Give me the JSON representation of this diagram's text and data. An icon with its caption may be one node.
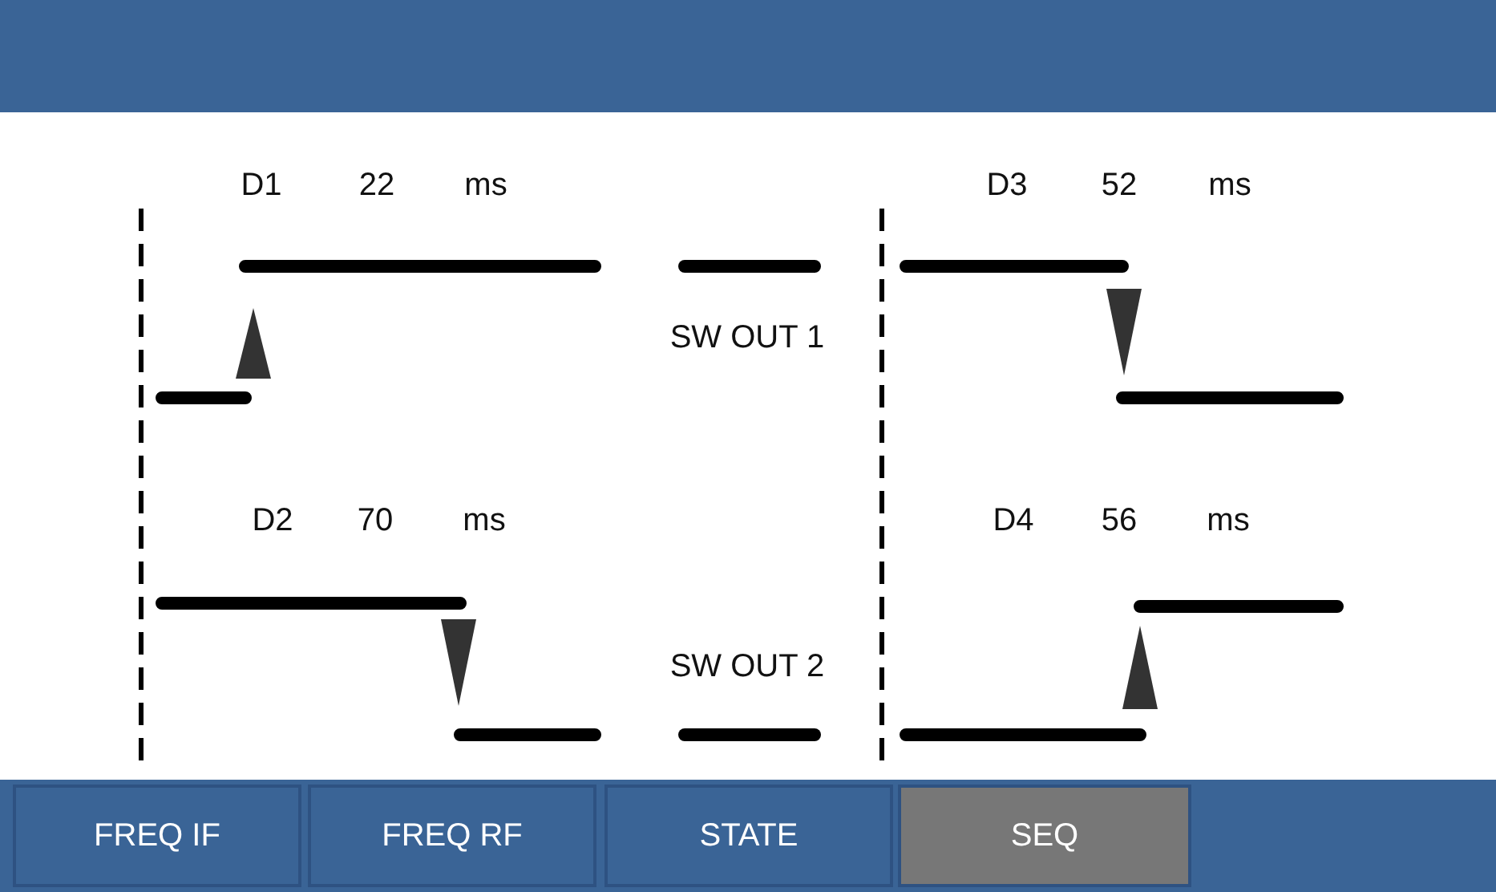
{
  "diagram": {
    "labels": [
      "D1",
      "22",
      "ms",
      "D3",
      "52",
      "ms",
      "SW OUT 1",
      "D2",
      "70",
      "ms",
      "D4",
      "56",
      "ms",
      "SW OUT 2",
      "FREQ IF",
      "FREQ RF",
      "STATE",
      "SEQ"
    ]
  }
}
